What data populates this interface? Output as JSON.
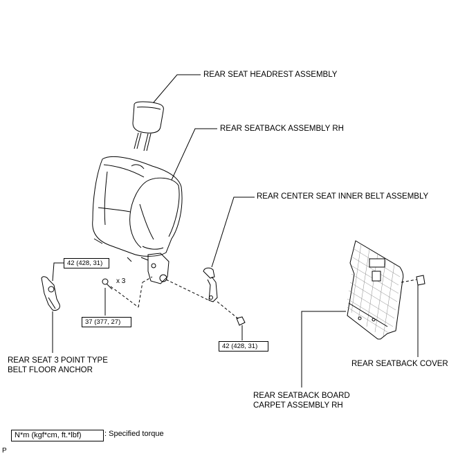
{
  "labels": {
    "headrest": "REAR SEAT HEADREST ASSEMBLY",
    "seatback": "REAR SEATBACK ASSEMBLY RH",
    "center_belt": "REAR CENTER SEAT INNER BELT ASSEMBLY",
    "floor_anchor_line1": "REAR SEAT 3 POINT TYPE",
    "floor_anchor_line2": "BELT FLOOR ANCHOR",
    "seatback_cover": "REAR SEATBACK COVER",
    "board_line1": "REAR SEATBACK BOARD",
    "board_line2": "CARPET ASSEMBLY RH"
  },
  "torques": {
    "anchor": "42 (428, 31)",
    "bolts": "37 (377, 27)",
    "belt": "42 (428, 31)"
  },
  "quantity": "x 3",
  "legend": {
    "unit": "N*m (kgf*cm, ft.*lbf)",
    "description": ": Specified torque"
  },
  "corner_code": "P"
}
